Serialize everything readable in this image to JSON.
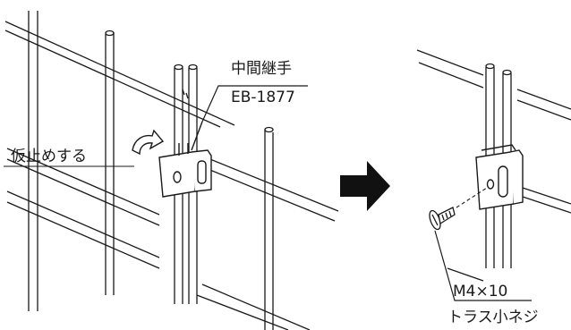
{
  "labels": {
    "part_name": "中間継手",
    "part_code": "EB-1877",
    "step1": "仮止めする",
    "screw_size": "M4×10",
    "screw_type": "トラス小ネジ"
  },
  "icons": {
    "arrow": "right-arrow-icon",
    "rotate": "rotate-arrow-icon"
  },
  "colors": {
    "line": "#1a1a1a",
    "fill": "#ffffff",
    "arrow": "#111111"
  }
}
